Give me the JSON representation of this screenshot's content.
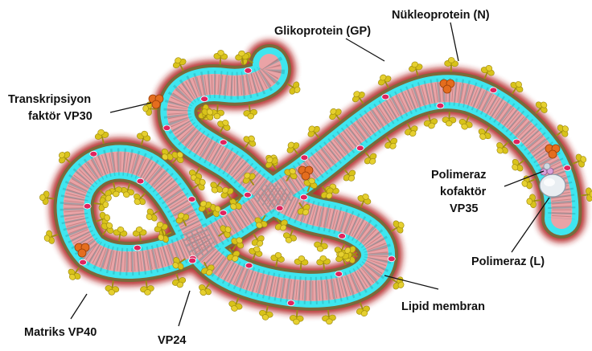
{
  "labels": {
    "glycoprotein": "Glikoprotein (GP)",
    "nucleoprotein": "Nükleoprotein (N)",
    "vp30_line1": "Transkripsiyon",
    "vp30_line2": "faktör VP30",
    "vp35_line1": "Polimeraz",
    "vp35_line2": "kofaktör",
    "vp35_line3": "VP35",
    "polymerase": "Polimeraz (L)",
    "lipid": "Lipid membran",
    "matrix": "Matriks VP40",
    "vp24": "VP24"
  },
  "colors": {
    "outer_glow": "#b01a1a",
    "membrane": "#7a6a3a",
    "matrix_layer": "#3fe6ef",
    "core": "#eaa3a6",
    "core_line": "#b5787a",
    "spike": "#d8c21a",
    "spike_dark": "#a18d10",
    "vp24": "#e0245e",
    "vp30": "#e46d1e",
    "polymerase": "#e9eef2"
  }
}
